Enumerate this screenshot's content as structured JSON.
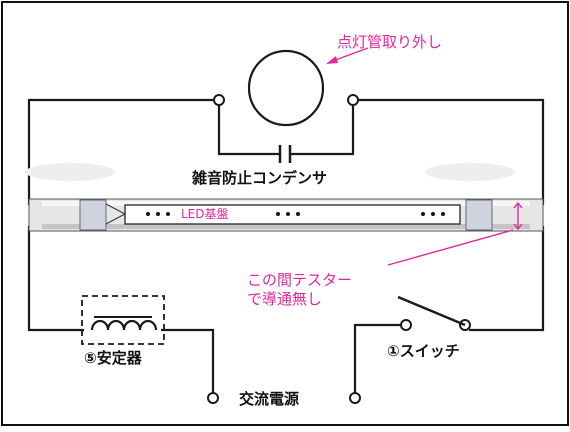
{
  "annotation_starter_removed": "点灯管取り外し",
  "label_capacitor": "雑音防止コンデンサ",
  "label_led_board": "LED基盤",
  "annotation_tester_line1": "この間テスター",
  "annotation_tester_line2": "で導通無し",
  "label_ballast": "⑤安定器",
  "label_switch": "①スイッチ",
  "label_power": "交流電源",
  "colors": {
    "annotation": "#e0289e",
    "wire": "#1a1a1a",
    "tube_shade": "#d8d8d8"
  }
}
